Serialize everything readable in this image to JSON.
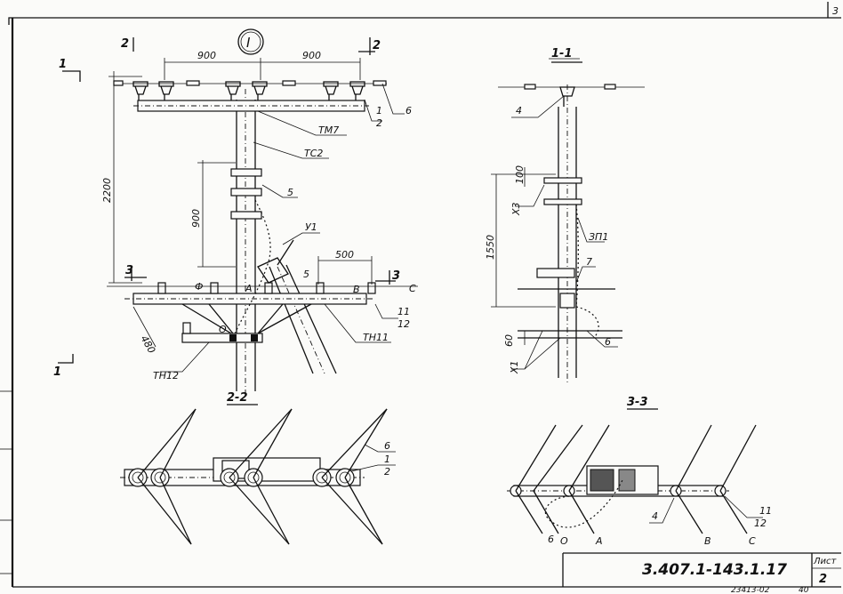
{
  "sheet": {
    "corner_mark": "3",
    "drawing_code": "3.407.1-143.1.17",
    "sheet_label": "Лист",
    "sheet_number": "2",
    "footer_note_left": "23413-02",
    "footer_note_right": "40"
  },
  "view_main": {
    "marker": "I",
    "cut_2_left": "2",
    "cut_2_right": "2",
    "cut_1": "1",
    "cut_1_bottom": "1",
    "cut_3_left": "3",
    "cut_3_right": "3",
    "dim_900_left": "900",
    "dim_900_right": "900",
    "dim_2200": "2200",
    "dim_900_vert": "900",
    "dim_500": "500",
    "dim_480": "480",
    "label_tm7": "ТМ7",
    "label_tc2": "ТС2",
    "label_5": "5",
    "label_5b": "5",
    "label_u1": "У1",
    "label_1": "1",
    "label_2": "2",
    "label_6": "6",
    "label_11": "11",
    "label_12": "12",
    "label_th11": "ТН11",
    "label_th12": "ТН12",
    "phase_f": "Ф",
    "phase_a": "А",
    "phase_b": "В",
    "phase_c": "С",
    "phase_o": "О"
  },
  "view_1_1": {
    "title": "1-1",
    "label_4": "4",
    "dim_100": "100",
    "dim_1550": "1550",
    "dim_60": "60",
    "label_x3": "Х3",
    "label_zp1": "ЗП1",
    "label_7": "7",
    "label_6": "6",
    "label_x1": "Х1"
  },
  "view_2_2": {
    "title": "2-2",
    "label_6": "6",
    "label_1": "1",
    "label_2": "2"
  },
  "view_3_3": {
    "title": "3-3",
    "label_4": "4",
    "label_6": "6",
    "label_11": "11",
    "label_12": "12",
    "phase_o": "О",
    "phase_a": "А",
    "phase_b": "В",
    "phase_c": "С"
  }
}
